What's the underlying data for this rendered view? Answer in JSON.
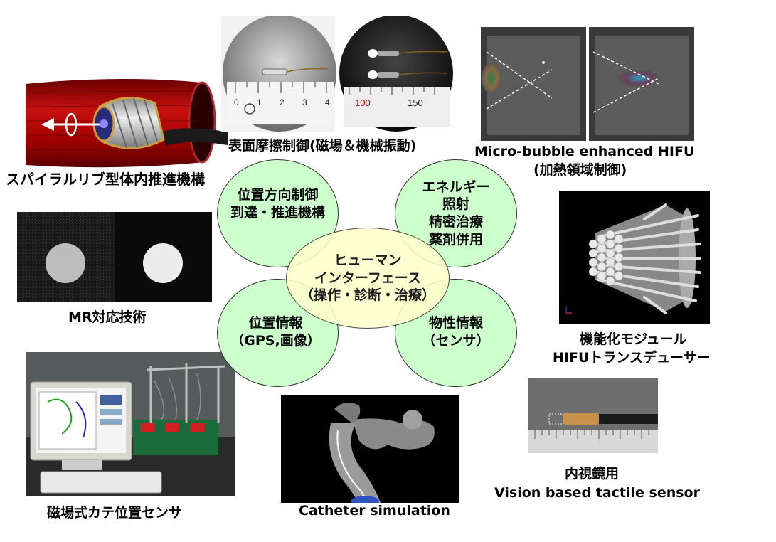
{
  "captions": {
    "spiral": "スパイラルリブ型体内推進機構",
    "surface": "表面摩擦制御(磁場＆機械振動)",
    "hifu_line1": "Micro-bubble enhanced HIFU",
    "hifu_line2": "(加熱領域制御)",
    "mr": "MR対応技術",
    "module_line1": "機能化モジュール",
    "module_line2": "HIFUトランスデューサー",
    "magnetic": "磁場式カテ位置センサ",
    "catheter": "Catheter simulation",
    "vision_line1": "内視鏡用",
    "vision_line2": "Vision based tactile sensor"
  },
  "bubbles": {
    "top_left": [
      "位置方向制御",
      "到達・推進機構"
    ],
    "top_right": [
      "エネルギー",
      "照射",
      "精密治療",
      "薬剤併用"
    ],
    "bottom_left": [
      "位置情報",
      "（GPS,画像）"
    ],
    "bottom_right": [
      "物性情報",
      "（センサ）"
    ],
    "center": [
      "ヒューマン",
      "インターフェース",
      "（操作・診断・治療）"
    ]
  },
  "ruler_labels": {
    "left": [
      "0",
      "1",
      "2",
      "3",
      "4"
    ],
    "right": [
      "100",
      "150"
    ]
  },
  "colors": {
    "bubble_fill": "#ccffcc",
    "center_fill": "#ffffcc",
    "outline": "#333333"
  }
}
